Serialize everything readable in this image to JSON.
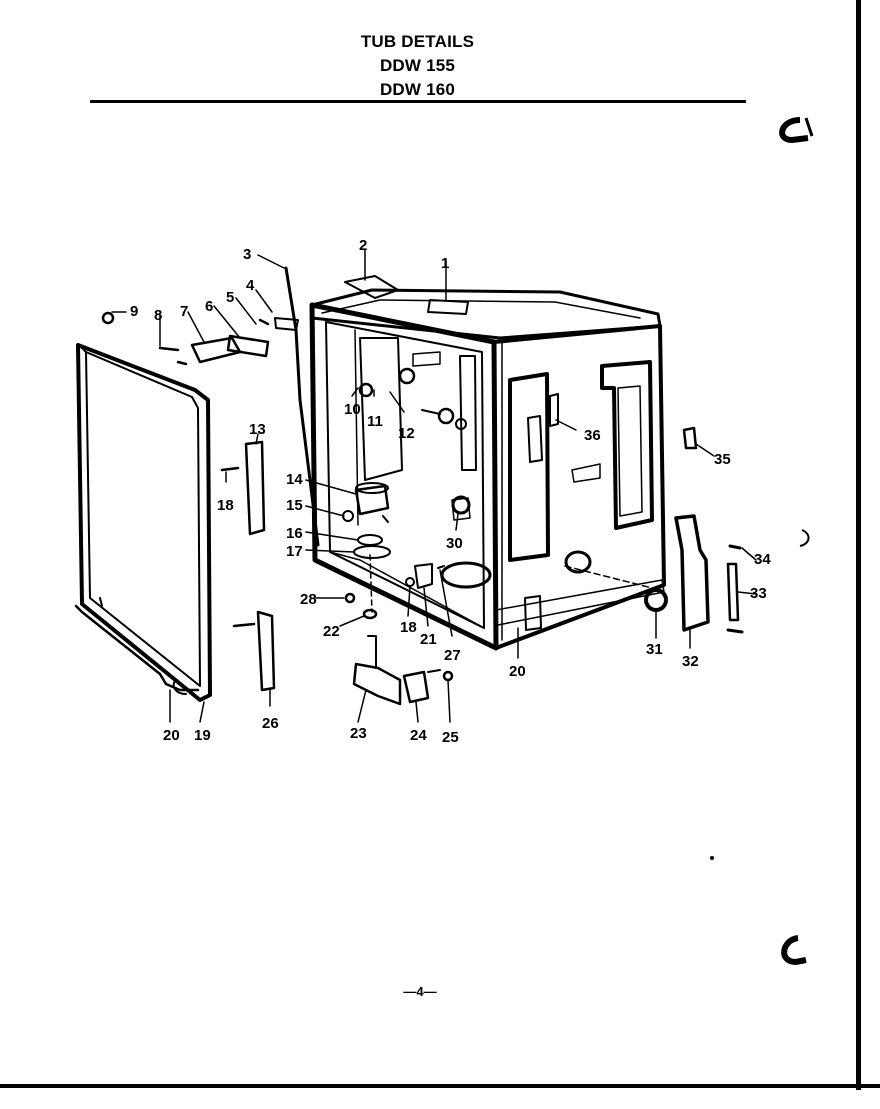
{
  "header": {
    "title": "TUB DETAILS",
    "model_1": "DDW 155",
    "model_2": "DDW 160"
  },
  "callouts": {
    "p1": "1",
    "p2": "2",
    "p3": "3",
    "p4": "4",
    "p5": "5",
    "p6": "6",
    "p7": "7",
    "p8": "8",
    "p9": "9",
    "p10": "10",
    "p11": "11",
    "p12": "12",
    "p13": "13",
    "p14": "14",
    "p15": "15",
    "p16": "16",
    "p17": "17",
    "p18a": "18",
    "p18b": "18",
    "p19": "19",
    "p20a": "20",
    "p20b": "20",
    "p21": "21",
    "p22": "22",
    "p23": "23",
    "p24": "24",
    "p25": "25",
    "p26": "26",
    "p27": "27",
    "p28": "28",
    "p30": "30",
    "p31": "31",
    "p32": "32",
    "p33": "33",
    "p34": "34",
    "p35": "35",
    "p36": "36"
  },
  "footer": {
    "page_number": "—4—"
  }
}
